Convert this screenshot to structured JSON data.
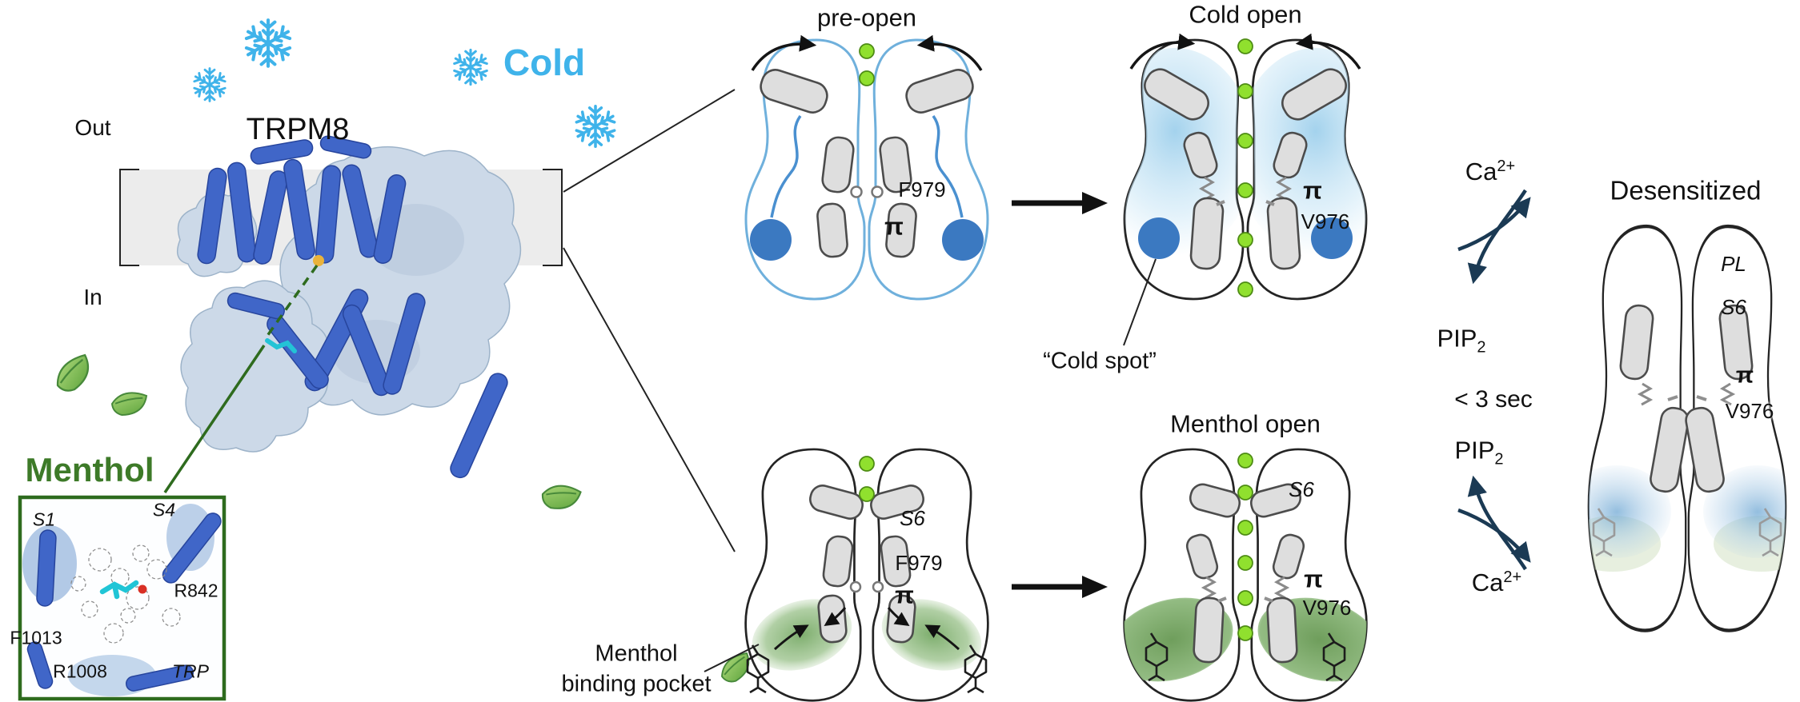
{
  "figure": {
    "left": {
      "out": "Out",
      "in": "In",
      "protein": "TRPM8",
      "cold": "Cold",
      "menthol": "Menthol",
      "inset": {
        "s1": "S1",
        "s4": "S4",
        "r842": "R842",
        "f1013": "F1013",
        "r1008": "R1008",
        "trp": "TRP"
      }
    },
    "pre_open": {
      "title": "pre-open",
      "f979": "F979",
      "pi": "π"
    },
    "cold_open": {
      "title": "Cold open",
      "pi": "π",
      "v976": "V976",
      "cold_spot": "“Cold spot”"
    },
    "menthol_closed": {
      "s6": "S6",
      "f979": "F979",
      "pi": "π",
      "pocket_line1": "Menthol",
      "pocket_line2": "binding pocket"
    },
    "menthol_open": {
      "title": "Menthol open",
      "s6": "S6",
      "pi": "π",
      "v976": "V976"
    },
    "cycle": {
      "ca_base": "Ca",
      "ca_sup": "2+",
      "pip_base": "PIP",
      "pip_sub": "2",
      "time": "< 3 sec"
    },
    "desensitized": {
      "title": "Desensitized",
      "pl": "PL",
      "s6": "S6",
      "pi": "π",
      "v976": "V976"
    },
    "colors": {
      "cold_blue": "#3FB3EA",
      "menthol_green": "#3D7A28",
      "ion_green": "#8CE32A",
      "cold_spot_blue": "#3B79C1",
      "helix_blue": "#4066C8",
      "pocket_green": "#6FA25F",
      "cylinder_gray": "#DEDEDE"
    },
    "icons": {
      "snowflake": "snowflake-icon",
      "leaf": "leaf-icon",
      "ion": "ion-dot-icon",
      "menthol_molecule": "menthol-molecule-icon"
    }
  }
}
